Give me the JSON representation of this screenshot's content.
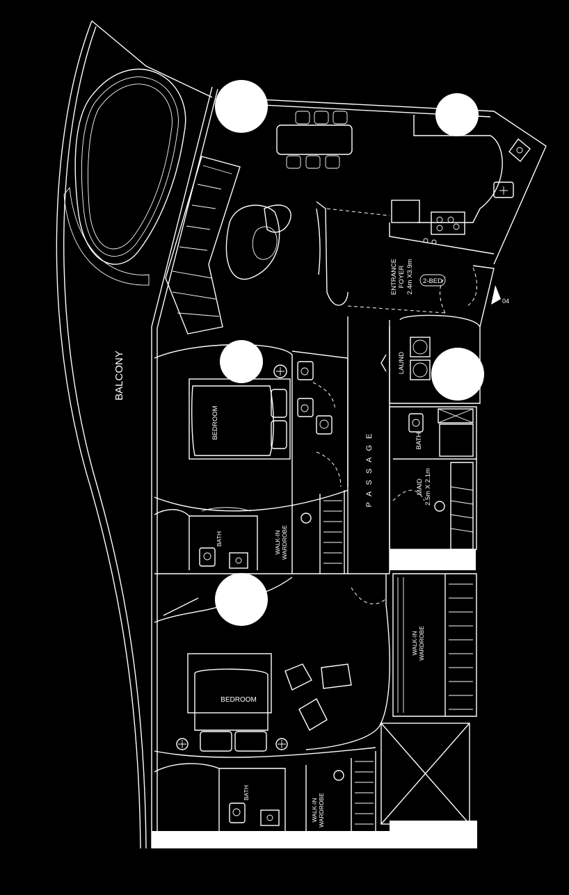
{
  "labels": {
    "balcony": "BALCONY",
    "passage": "PASSAGE",
    "entrance_foyer_1": "ENTRANCE",
    "entrance_foyer_2": "FOYER",
    "entrance_foyer_size": "2.4m X3.9m",
    "unit_tag": "2-BED",
    "north_tag": "04",
    "laundry": "LAUND",
    "maid_bath": "BATH",
    "maid_room": "MAID",
    "maid_size": "2.5m X 2.1m",
    "bedroom_upper": "BEDROOM",
    "bath_upper": "BATH",
    "wardrobe_upper_1": "WALK-IN",
    "wardrobe_upper_2": "WARDROBE",
    "wardrobe_right_1": "WALK-IN",
    "wardrobe_right_2": "WARDROBE",
    "bedroom_master": "BEDROOM",
    "bath_lower": "BATH",
    "wardrobe_lower_1": "WALK-IN",
    "wardrobe_lower_2": "WARDROBE"
  },
  "colors": {
    "background": "#000000",
    "line": "#ffffff",
    "marker": "#ffffff"
  }
}
